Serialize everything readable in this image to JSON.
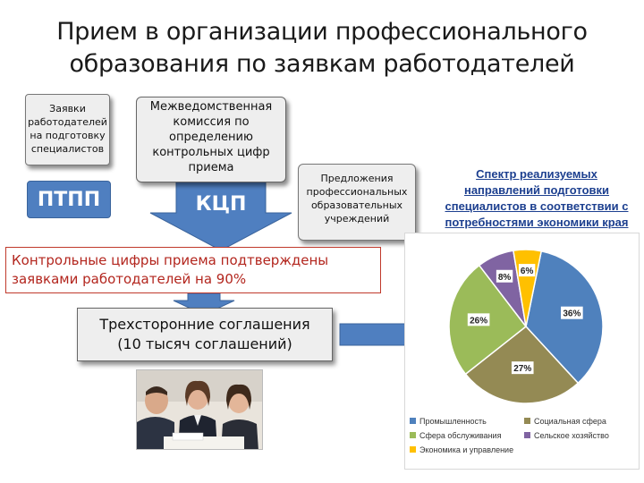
{
  "title": {
    "line1": "Прием в организации профессионального",
    "line2": "образования по заявкам работодателей"
  },
  "boxes": {
    "requests": [
      "Заявки",
      "работодателей",
      "на подготовку",
      "специалистов"
    ],
    "commission": [
      "Межведомственная",
      "комиссия по",
      "определению",
      "контрольных цифр",
      "приема"
    ],
    "proposals": [
      "Предложения",
      "профессиональных",
      "образовательных",
      "учреждений"
    ],
    "ptpp": "ПТПП",
    "kcp": "КЦП"
  },
  "confirmation": {
    "line1": "Контрольные цифры приема подтверждены",
    "line2": "заявками работодателей  на 90%"
  },
  "agreements": {
    "line1": "Трехсторонние соглашения",
    "line2": "(10 тысяч соглашений)"
  },
  "chart_title": [
    "Спектр реализуемых",
    "направлений подготовки",
    "специалистов в соответствии с",
    "потребностями экономики края"
  ],
  "colors": {
    "industry": "#4f81bd",
    "social": "#948a54",
    "services": "#9bbb59",
    "agriculture": "#8064a2",
    "economics": "#ffc000",
    "accent_blue": "#4f7fc0",
    "confirm_red": "#b3261e"
  },
  "chart_data": {
    "type": "pie",
    "categories": [
      "Промышленность",
      "Социальная сфера",
      "Сфера обслуживания",
      "Сельское хозяйство",
      "Экономика и управление"
    ],
    "values": [
      36,
      27,
      26,
      8,
      6
    ],
    "data_labels": [
      "36%",
      "27%",
      "26%",
      "8%",
      "6%"
    ],
    "legend_position": "bottom"
  }
}
